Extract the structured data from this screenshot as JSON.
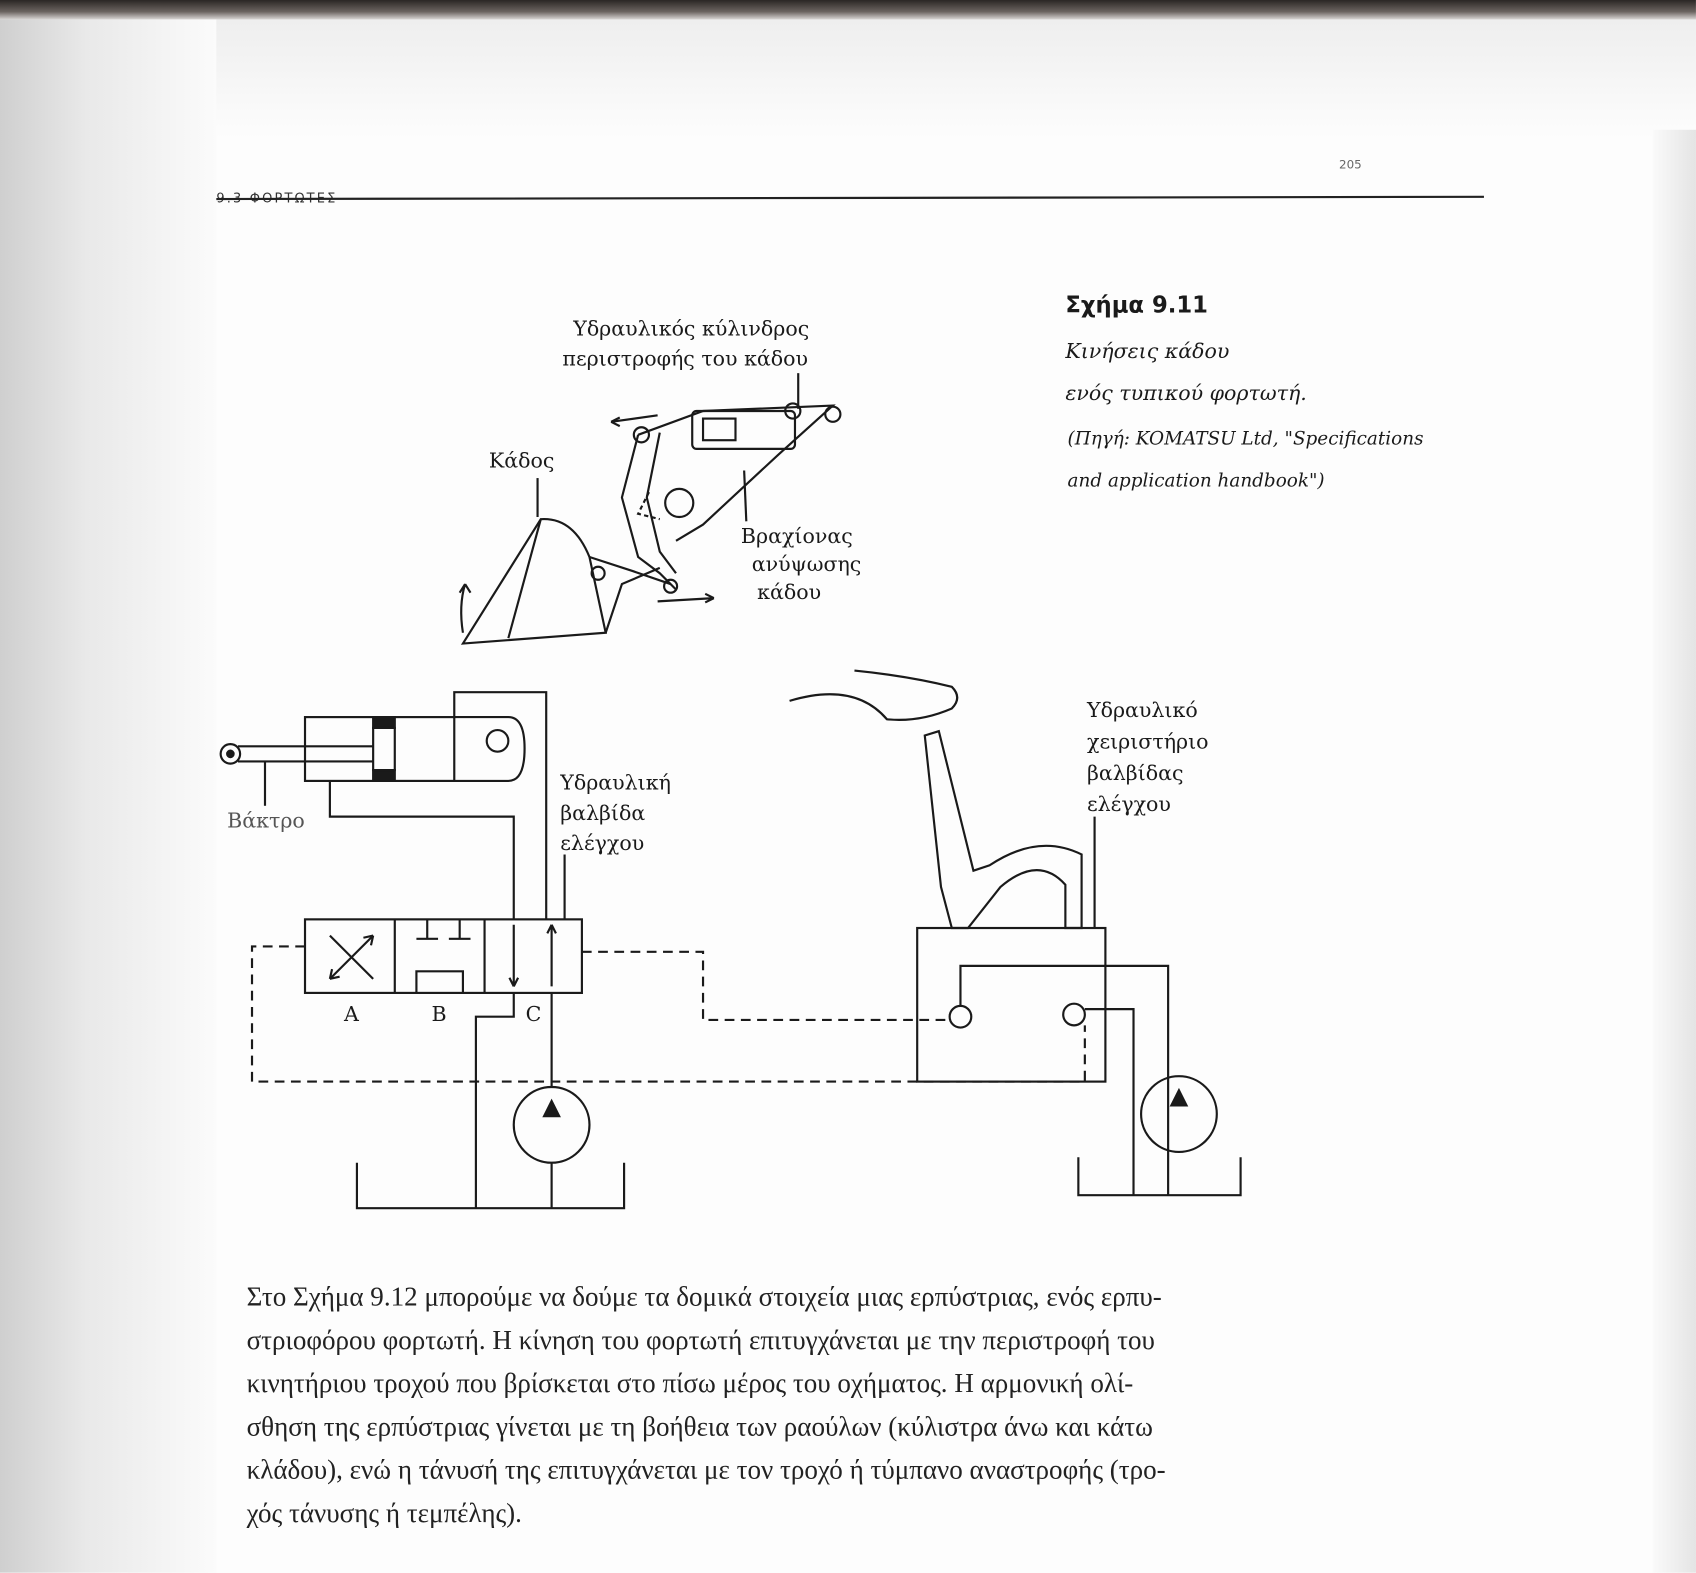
{
  "header": {
    "section": "9.3 ΦΟΡΤΩΤΕΣ",
    "page_number": "205"
  },
  "figure": {
    "title": "Σχήμα 9.11",
    "caption_lines": [
      "Κινήσεις κάδου",
      "ενός τυπικού φορτωτή."
    ],
    "source_lines": [
      "(Πηγή: KOMATSU Ltd, \"Specifications",
      "and application handbook\")"
    ],
    "labels": {
      "cylinder": [
        "Υδραυλικός κύλινδρος",
        "περιστροφής του κάδου"
      ],
      "bucket": "Κάδος",
      "boom": [
        "Βραχίονας",
        "ανύψωσης",
        "κάδου"
      ],
      "rod": "Βάκτρο",
      "valve": [
        "Υδραυλική",
        "βαλβίδα",
        "ελέγχου"
      ],
      "pilot": [
        "Υδραυλικό",
        "χειριστήριο",
        "βαλβίδας",
        "ελέγχου"
      ],
      "positions": [
        "A",
        "B",
        "C"
      ]
    }
  },
  "body": {
    "lines": [
      "Στο Σχήμα 9.12 μπορούμε να δούμε τα δομικά στοιχεία μιας ερπύστριας, ενός ερπυ-",
      "στριοφόρου φορτωτή. Η κίνηση του φορτωτή επιτυγχάνεται με την περιστροφή του",
      "κινητήριου τροχού που βρίσκεται στο πίσω μέρος του οχήματος. Η αρμονική ολί-",
      "σθηση της ερπύστριας γίνεται με τη βοήθεια των ραούλων (κύλιστρα άνω και κάτω",
      "κλάδου), ενώ η τάνυσή της επιτυγχάνεται με τον τροχό ή τύμπανο αναστροφής (τρο-",
      "χός τάνυσης ή τεμπέλης)."
    ]
  }
}
